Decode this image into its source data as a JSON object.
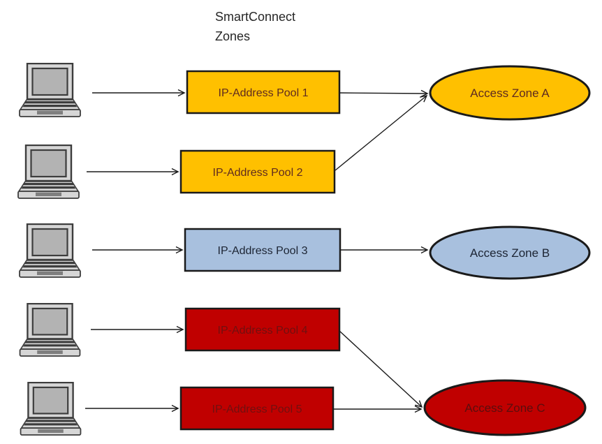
{
  "title": {
    "line1": "SmartConnect",
    "line2": "Zones"
  },
  "pools": [
    {
      "id": "pool-1",
      "label": "IP-Address Pool 1",
      "fill": "#FFC000",
      "text_color": "#5E2A20"
    },
    {
      "id": "pool-2",
      "label": "IP-Address Pool  2",
      "fill": "#FFC000",
      "text_color": "#5E2A20"
    },
    {
      "id": "pool-3",
      "label": "IP-Address Pool 3",
      "fill": "#A8C0DE",
      "text_color": "#1C2433"
    },
    {
      "id": "pool-4",
      "label": "IP-Address Pool 4",
      "fill": "#C00000",
      "text_color": "#701010"
    },
    {
      "id": "pool-5",
      "label": "IP-Address Pool  5",
      "fill": "#C00000",
      "text_color": "#701010"
    }
  ],
  "zones": [
    {
      "id": "zone-A",
      "label": "Access Zone A",
      "fill": "#FFC000",
      "text_color": "#5E2A20"
    },
    {
      "id": "zone-B",
      "label": "Access Zone B",
      "fill": "#A8C0DE",
      "text_color": "#1C2433"
    },
    {
      "id": "zone-C",
      "label": "Access Zone C",
      "fill": "#C00000",
      "text_color": "#5A0E0E"
    }
  ],
  "clients": {
    "count": 5,
    "icon": "laptop-icon"
  },
  "connections": {
    "client_to_pool": [
      {
        "from": "laptop-1",
        "to": "pool-1"
      },
      {
        "from": "laptop-2",
        "to": "pool-2"
      },
      {
        "from": "laptop-3",
        "to": "pool-3"
      },
      {
        "from": "laptop-4",
        "to": "pool-4"
      },
      {
        "from": "laptop-5",
        "to": "pool-5"
      }
    ],
    "pool_to_zone": [
      {
        "from": "pool-1",
        "to": "zone-A"
      },
      {
        "from": "pool-2",
        "to": "zone-A"
      },
      {
        "from": "pool-3",
        "to": "zone-B"
      },
      {
        "from": "pool-4",
        "to": "zone-C"
      },
      {
        "from": "pool-5",
        "to": "zone-C"
      }
    ]
  },
  "colors": {
    "background": "#FFFFFF",
    "shape_border": "#1A1A1A",
    "arrow": "#1A1A1A",
    "laptop_light": "#D6D6D6",
    "laptop_screen": "#B3B3B3",
    "laptop_dark": "#3D3D3D"
  }
}
